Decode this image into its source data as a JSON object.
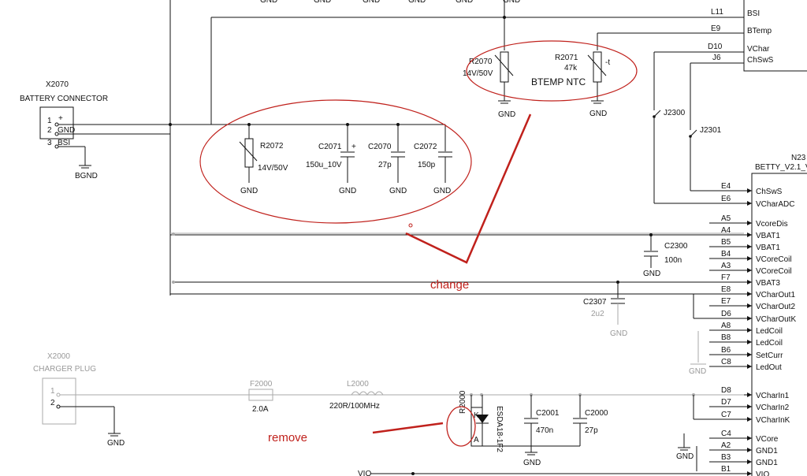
{
  "labels": {
    "gnd": "GND",
    "bgnd": "BGND",
    "vio": "VIO"
  },
  "upper_ic": {
    "pins": [
      "BSI",
      "BTemp",
      "VChar",
      "ChSwS"
    ],
    "nets": [
      "L11",
      "E9",
      "D10",
      "J6"
    ]
  },
  "switches": [
    "J2300",
    "J2301"
  ],
  "battery_connector": {
    "ref": "X2070",
    "name": "BATTERY CONNECTOR",
    "pin_numbers": [
      "1",
      "2",
      "3"
    ],
    "pin_names": [
      "+",
      "GND",
      "BSI"
    ]
  },
  "components": {
    "r2072": {
      "ref": "R2072",
      "value": "14V/50V"
    },
    "c2071": {
      "ref": "C2071",
      "value": "150u_10V"
    },
    "c2070": {
      "ref": "C2070",
      "value": "27p"
    },
    "c2072": {
      "ref": "C2072",
      "value": "150p"
    },
    "r2070": {
      "ref": "R2070",
      "value": "14V/50V"
    },
    "r2071": {
      "ref": "R2071",
      "value": "47k",
      "tag": "-t"
    },
    "btemp_ntc": "BTEMP NTC",
    "c2300": {
      "ref": "C2300",
      "value": "100n"
    },
    "c2307": {
      "ref": "C2307",
      "value": "2u2"
    },
    "f2000": {
      "ref": "F2000",
      "value": "2.0A"
    },
    "l2000": {
      "ref": "L2000",
      "value": "220R/100MHz"
    },
    "esd": {
      "value": "ESDA18-1F2"
    },
    "r2000": {
      "ref": "R2000"
    },
    "c2001": {
      "ref": "C2001",
      "value": "470n"
    },
    "c2000": {
      "ref": "C2000",
      "value": "27p"
    }
  },
  "main_ic": {
    "ref": "N23",
    "name": "BETTY_V2.1_V",
    "pins": [
      {
        "ball": "E4",
        "name": "ChSwS"
      },
      {
        "ball": "E6",
        "name": "VCharADC"
      },
      {
        "ball": "A5",
        "name": "VcoreDis"
      },
      {
        "ball": "A4",
        "name": "VBAT1"
      },
      {
        "ball": "B5",
        "name": "VBAT1"
      },
      {
        "ball": "B4",
        "name": "VCoreCoil"
      },
      {
        "ball": "A3",
        "name": "VCoreCoil"
      },
      {
        "ball": "F7",
        "name": "VBAT3"
      },
      {
        "ball": "E8",
        "name": "VCharOut1"
      },
      {
        "ball": "E7",
        "name": "VCharOut2"
      },
      {
        "ball": "D6",
        "name": "VCharOutK"
      },
      {
        "ball": "A8",
        "name": "LedCoil"
      },
      {
        "ball": "B8",
        "name": "LedCoil"
      },
      {
        "ball": "B6",
        "name": "SetCurr"
      },
      {
        "ball": "C8",
        "name": "LedOut"
      },
      {
        "ball": "D8",
        "name": "VCharIn1"
      },
      {
        "ball": "D7",
        "name": "VCharIn2"
      },
      {
        "ball": "C7",
        "name": "VCharInK"
      },
      {
        "ball": "C4",
        "name": "VCore"
      },
      {
        "ball": "A2",
        "name": "GND1"
      },
      {
        "ball": "B3",
        "name": "GND1"
      },
      {
        "ball": "B1",
        "name": "VIO"
      }
    ]
  },
  "charger_plug": {
    "ref": "X2000",
    "name": "CHARGER PLUG",
    "pin_numbers": [
      "1",
      "2"
    ]
  },
  "annotations": {
    "change": "change",
    "remove": "remove"
  }
}
